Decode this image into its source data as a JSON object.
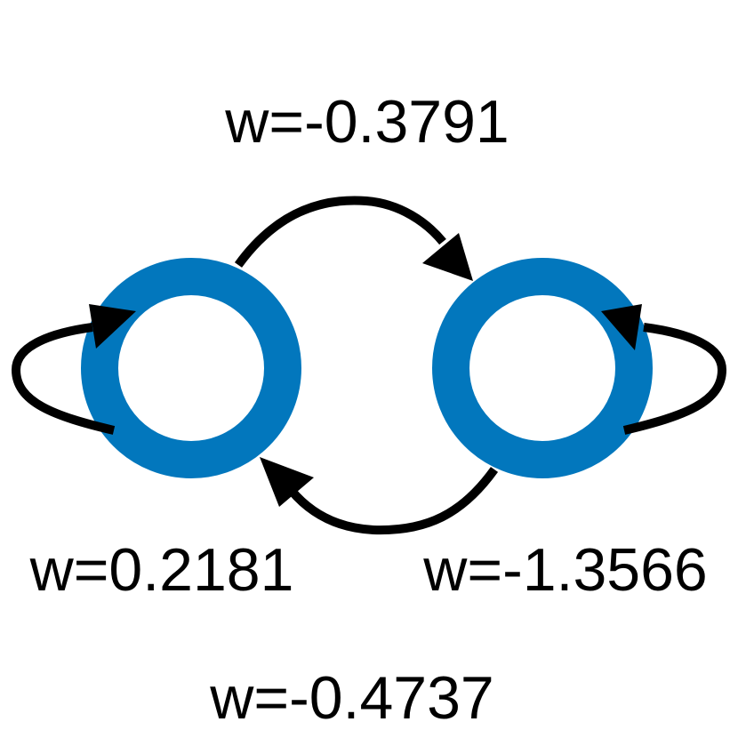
{
  "colors": {
    "node": "#0277BD",
    "edge": "#000000",
    "background": "#FFFFFF"
  },
  "edges": {
    "top_label": "w=-0.3791",
    "left_self_label": "w=0.2181",
    "right_self_label": "w=-1.3566",
    "bottom_label": "w=-0.4737"
  }
}
